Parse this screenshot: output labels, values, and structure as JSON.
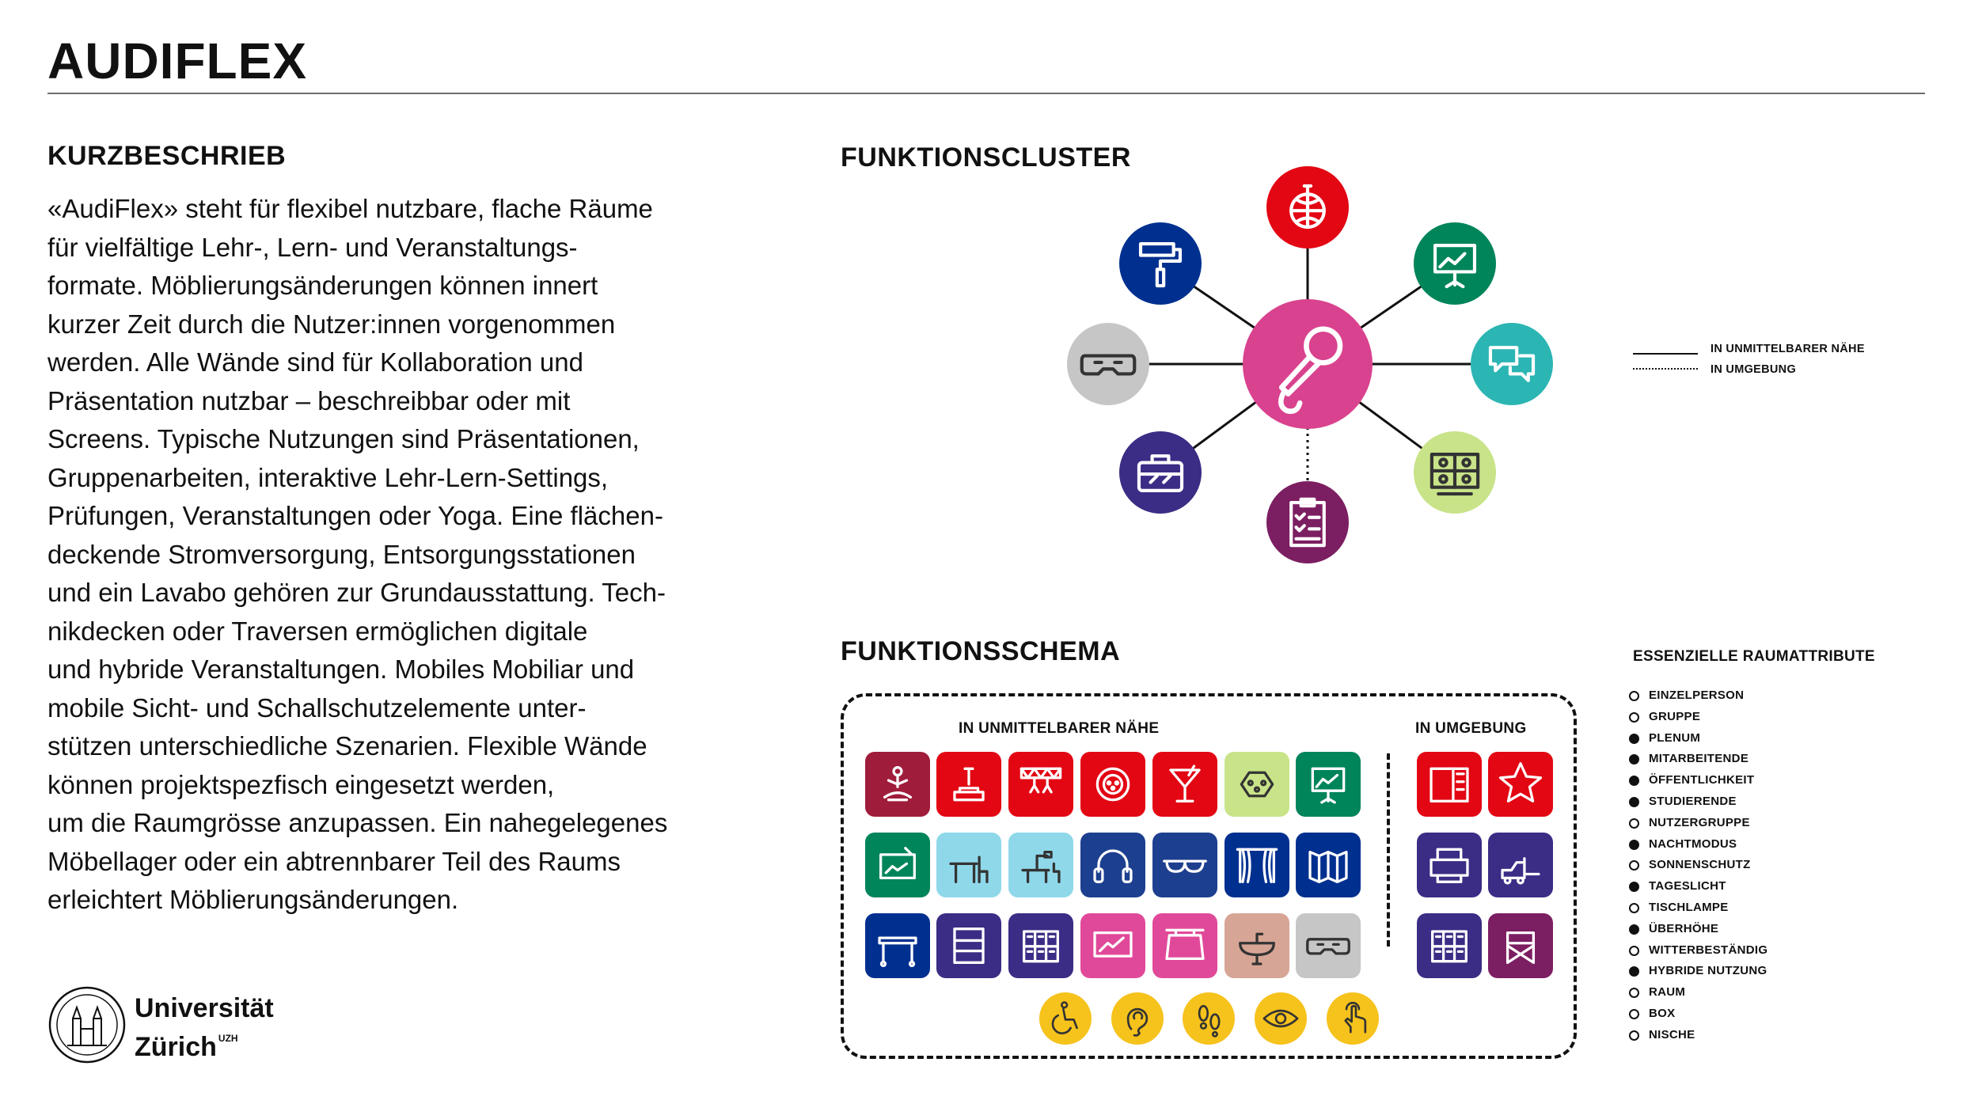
{
  "title": "AUDIFLEX",
  "short_description": {
    "heading": "KURZBESCHRIEB",
    "lines": [
      "«AudiFlex» steht für flexibel nutzbare, flache Räume",
      "für vielfältige Lehr-, Lern- und Veranstaltungs-",
      "formate. Möblierungsänderungen können innert",
      "kurzer Zeit durch die Nutzer:innen vorgenommen",
      "werden. Alle Wände sind für Kollaboration und",
      "Präsentation nutzbar – beschreibbar oder mit",
      "Screens. Typische Nutzungen sind Präsentationen,",
      "Gruppenarbeiten, interaktive Lehr-Lern-Settings,",
      "Prüfungen, Veranstaltungen oder Yoga. Eine flächen-",
      "deckende Stromversorgung, Entsorgungsstationen",
      "und ein Lavabo gehören zur Grundausstattung. Tech-",
      "nikdecken oder Traversen ermöglichen digitale",
      "und hybride Veranstaltungen. Mobiles Mobiliar und",
      "mobile Sicht- und Schallschutzelemente unter-",
      "stützen unterschiedliche Szenarien. Flexible Wände",
      "können projektspezfisch eingesetzt werden,",
      "um die Raumgrösse anzupassen. Ein nahegelegenes",
      "Möbellager oder ein abtrennbarer Teil des Raums",
      "erleichtert Möblierungsänderungen."
    ]
  },
  "logo": {
    "line1": "Universität",
    "line2": "Zürich",
    "superscript": "UZH"
  },
  "function_cluster": {
    "heading": "FUNKTIONSCLUSTER",
    "center": {
      "icon": "microphone-icon",
      "color": "#d9428e"
    },
    "nodes": [
      {
        "icon": "disco-ball-icon",
        "color": "#e30613",
        "link": "solid"
      },
      {
        "icon": "projection-screen-icon",
        "color": "#00845a",
        "link": "solid"
      },
      {
        "icon": "speech-bubbles-icon",
        "color": "#2bb5b3",
        "link": "solid"
      },
      {
        "icon": "video-conference-icon",
        "color": "#c8e388",
        "link": "solid"
      },
      {
        "icon": "clipboard-checklist-icon",
        "color": "#7c1e62",
        "link": "dotted"
      },
      {
        "icon": "toolbox-icon",
        "color": "#3b2c85",
        "link": "solid"
      },
      {
        "icon": "vr-headset-icon",
        "color": "#c6c6c6",
        "link": "solid"
      },
      {
        "icon": "paint-roller-icon",
        "color": "#00308f",
        "link": "solid"
      }
    ],
    "legend": {
      "solid_label": "IN UNMITTELBARER NÄHE",
      "dotted_label": "IN UMGEBUNG"
    }
  },
  "function_schema": {
    "heading": "FUNKTIONSSCHEMA",
    "near_label": "IN UNMITTELBARER NÄHE",
    "surround_label": "IN UMGEBUNG",
    "near_rows": [
      [
        {
          "icon": "yoga-icon",
          "color": "#a01c3b"
        },
        {
          "icon": "lectern-microphone-icon",
          "color": "#e30613"
        },
        {
          "icon": "stage-truss-icon",
          "color": "#e30613"
        },
        {
          "icon": "power-socket-icon",
          "color": "#e30613"
        },
        {
          "icon": "cocktail-icon",
          "color": "#e30613"
        },
        {
          "icon": "swiss-plug-icon",
          "color": "#c8e388"
        },
        {
          "icon": "presentation-board-icon",
          "color": "#00845a"
        }
      ],
      [
        {
          "icon": "tablet-stylus-icon",
          "color": "#00845a"
        },
        {
          "icon": "desk-chair-icon",
          "color": "#8fd8ea"
        },
        {
          "icon": "desk-lamp-icon",
          "color": "#8fd8ea"
        },
        {
          "icon": "headphones-icon",
          "color": "#1d3f8f"
        },
        {
          "icon": "glasses-icon",
          "color": "#1d3f8f"
        },
        {
          "icon": "curtain-icon",
          "color": "#00308f"
        },
        {
          "icon": "folding-screen-icon",
          "color": "#00308f"
        }
      ],
      [
        {
          "icon": "mobile-table-icon",
          "color": "#00308f"
        },
        {
          "icon": "shelf-icon",
          "color": "#3b2c85"
        },
        {
          "icon": "lockers-icon",
          "color": "#3b2c85"
        },
        {
          "icon": "display-screen-icon",
          "color": "#e0499a"
        },
        {
          "icon": "ceiling-projector-icon",
          "color": "#e0499a"
        },
        {
          "icon": "sink-icon",
          "color": "#d7a595"
        },
        {
          "icon": "vr-headset-icon",
          "color": "#c6c6c6"
        }
      ]
    ],
    "surround_rows": [
      [
        {
          "icon": "room-partition-icon",
          "color": "#e30613"
        },
        {
          "icon": "vip-star-icon",
          "color": "#e30613"
        }
      ],
      [
        {
          "icon": "printer-icon",
          "color": "#3b2c85"
        },
        {
          "icon": "forklift-icon",
          "color": "#3b2c85"
        }
      ],
      [
        {
          "icon": "lockers-icon",
          "color": "#3b2c85"
        },
        {
          "icon": "director-chair-icon",
          "color": "#7c1e62"
        }
      ]
    ],
    "accessibility": [
      {
        "icon": "wheelchair-icon",
        "color": "#f6c21c"
      },
      {
        "icon": "ear-icon",
        "color": "#f6c21c"
      },
      {
        "icon": "footprints-icon",
        "color": "#f6c21c"
      },
      {
        "icon": "eye-icon",
        "color": "#f6c21c"
      },
      {
        "icon": "touch-hand-icon",
        "color": "#f6c21c"
      }
    ]
  },
  "room_attributes": {
    "heading": "ESSENZIELLE RAUMATTRIBUTE",
    "items": [
      {
        "label": "EINZELPERSON",
        "selected": false
      },
      {
        "label": "GRUPPE",
        "selected": false
      },
      {
        "label": "PLENUM",
        "selected": true
      },
      {
        "label": "MITARBEITENDE",
        "selected": true
      },
      {
        "label": "ÖFFENTLICHKEIT",
        "selected": true
      },
      {
        "label": "STUDIERENDE",
        "selected": true
      },
      {
        "label": "NUTZERGRUPPE",
        "selected": false
      },
      {
        "label": "NACHTMODUS",
        "selected": true
      },
      {
        "label": "SONNENSCHUTZ",
        "selected": false
      },
      {
        "label": "TAGESLICHT",
        "selected": true
      },
      {
        "label": "TISCHLAMPE",
        "selected": false
      },
      {
        "label": "ÜBERHÖHE",
        "selected": true
      },
      {
        "label": "WITTERBESTÄNDIG",
        "selected": false
      },
      {
        "label": "HYBRIDE NUTZUNG",
        "selected": true
      },
      {
        "label": "RAUM",
        "selected": false
      },
      {
        "label": "BOX",
        "selected": false
      },
      {
        "label": "NISCHE",
        "selected": false
      }
    ]
  }
}
